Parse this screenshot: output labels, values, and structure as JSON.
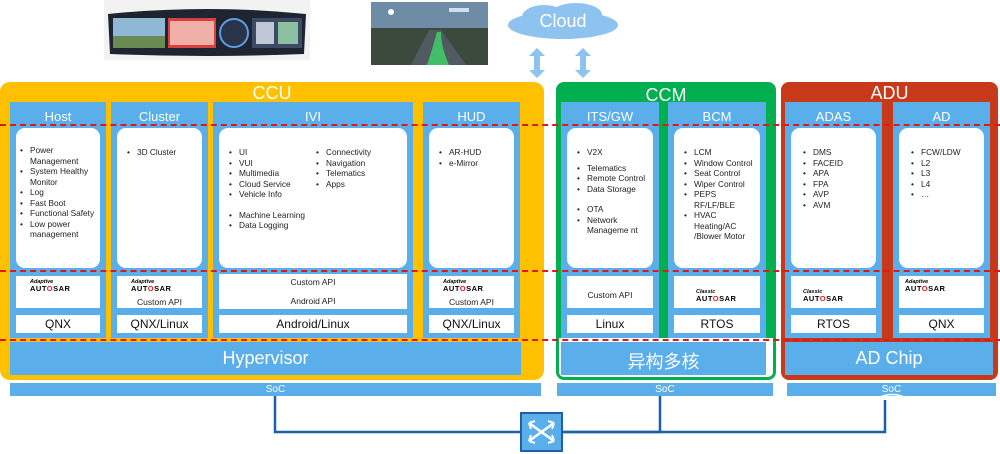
{
  "cloud": {
    "label": "Cloud"
  },
  "ccu": {
    "title": "CCU",
    "columns": {
      "host": {
        "title": "Host",
        "features": [
          "Power Management",
          "System Healthy Monitor",
          "Log",
          "Fast Boot",
          "Functional Safety",
          "Low power management"
        ],
        "os": "QNX"
      },
      "cluster": {
        "title": "Cluster",
        "features": [
          "3D Cluster"
        ],
        "api": "Custom API",
        "os": "QNX/Linux"
      },
      "ivi": {
        "title": "IVI",
        "features_left": [
          "UI",
          "VUI",
          "Multimedia",
          "Cloud Service",
          "Vehicle Info",
          "Machine Learning",
          "Data Logging"
        ],
        "features_right": [
          "Connectivity",
          "Navigation",
          "Telematics",
          "Apps"
        ],
        "api1": "Custom API",
        "api2": "Android API",
        "os": "Android/Linux"
      },
      "hud": {
        "title": "HUD",
        "features": [
          "AR-HUD",
          "e-Mirror"
        ],
        "api": "Custom API",
        "os": "QNX/Linux"
      }
    },
    "base": "Hypervisor"
  },
  "ccm": {
    "title": "CCM",
    "columns": {
      "its": {
        "title": "ITS/GW",
        "features": [
          "V2X",
          "Telematics",
          "Remote Control",
          "Data Storage",
          "OTA",
          "Network Manageme nt"
        ],
        "api": "Custom API",
        "os": "Linux"
      },
      "bcm": {
        "title": "BCM",
        "features": [
          "LCM",
          "Window Control",
          " Seat Control",
          "Wiper Control",
          "PEPS RF/LF/BLE",
          "HVAC Heating/AC /Blower Motor"
        ],
        "os": "RTOS"
      }
    },
    "base": "异构多核"
  },
  "adu": {
    "title": "ADU",
    "columns": {
      "adas": {
        "title": "ADAS",
        "features": [
          "DMS",
          "FACEID",
          "APA",
          "FPA",
          "AVP",
          "AVM"
        ],
        "os": "RTOS"
      },
      "ad": {
        "title": "AD",
        "features": [
          "FCW/LDW",
          "L2",
          "L3",
          "L4",
          "…"
        ],
        "os": "QNX"
      }
    },
    "base": "AD Chip"
  },
  "autosar": {
    "adaptive": "Adaptive",
    "classic": "Classic",
    "wordmark_pre": "AUT",
    "wordmark_o": "O",
    "wordmark_post": "SAR"
  },
  "soc": {
    "label": "SoC"
  },
  "colors": {
    "ccu": "#ffc000",
    "ccm": "#00b050",
    "adu": "#c8391a",
    "column": "#5aaeea",
    "divider": "#e01818",
    "network": "#1f5fa8"
  }
}
